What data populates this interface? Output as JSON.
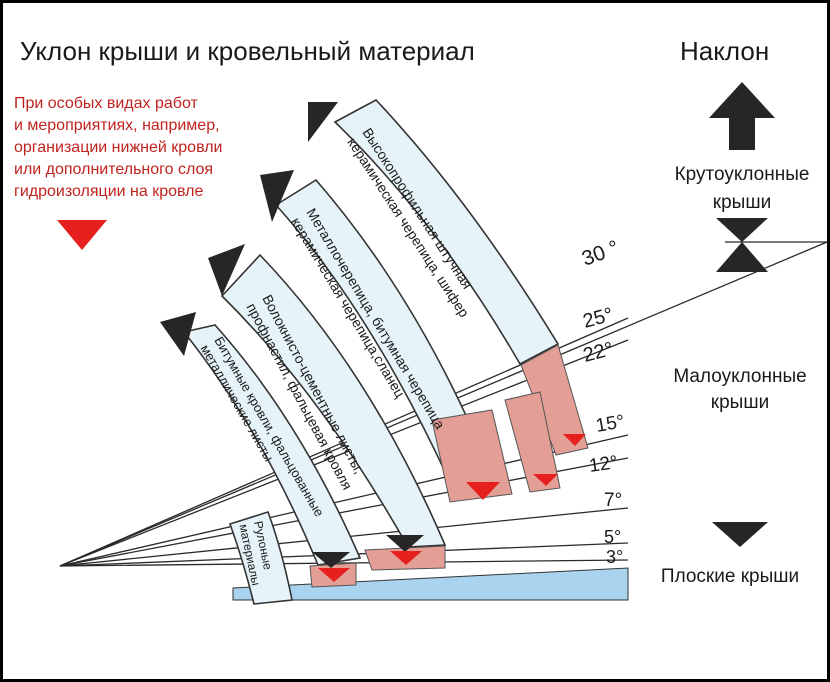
{
  "title": "Уклон крыши и кровельный материал",
  "header_right": "Наклон",
  "note_lines": [
    "При особых видах работ",
    "и мероприятиях, например,",
    "организации нижней кровли",
    "или дополнительного слоя",
    "гидроизоляции на кровле"
  ],
  "categories": {
    "steep": [
      "Крутоуклонные",
      "крыши"
    ],
    "low": [
      "Малоуклонные",
      "крыши"
    ],
    "flat": "Плоские крыши"
  },
  "angles": [
    "30 °",
    "25°",
    "22°",
    "15°",
    "12°",
    "7°",
    "5°",
    "3°"
  ],
  "materials": {
    "m1": [
      "Высокопрофильная штучная",
      "керамическая черепица, шифер"
    ],
    "m2": [
      "Металлочерепица, битумная черепица",
      "керамическая черепица,сланец"
    ],
    "m3": [
      "Волокнисто-цементные листы,",
      "профнастил, фальцевая кровля"
    ],
    "m4": [
      "Битумные кровли, фальцованные",
      "металлические листы"
    ],
    "m5": [
      "Рулоные",
      "материалы"
    ]
  },
  "colors": {
    "band_fill": "#e6f4fa",
    "pink": "#e39e95",
    "red_marker": "#e5201f",
    "dark_marker": "#262626",
    "flat_roof": "#a9d3ee",
    "note_text": "#c0231e"
  }
}
